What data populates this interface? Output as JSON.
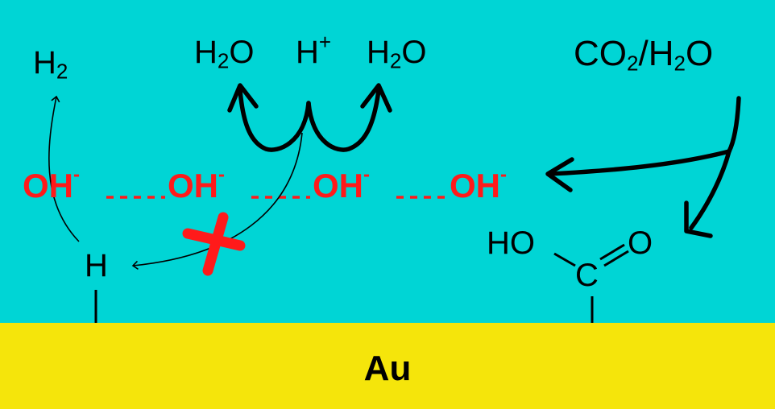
{
  "labels": {
    "h2_product": {
      "main": "H",
      "sub": "2"
    },
    "water_left": {
      "pre": "H",
      "sub": "2",
      "post": "O"
    },
    "proton": {
      "main": "H",
      "sup": "+"
    },
    "water_right": {
      "pre": "H",
      "sub": "2",
      "post": "O"
    },
    "co2_water": {
      "a": "CO",
      "sub1": "2",
      "b": "/H",
      "sub2": "2",
      "c": "O"
    },
    "adsorbed_h": "H",
    "hydroxyl": "HO",
    "carbon": "C",
    "oxygen": "O",
    "oh_ions": [
      {
        "text": "OH",
        "sup": "-"
      },
      {
        "text": "OH",
        "sup": "-"
      },
      {
        "text": "OH",
        "sup": "-"
      },
      {
        "text": "OH",
        "sup": "-"
      }
    ]
  },
  "electrode": {
    "label": "Au"
  },
  "colors": {
    "electrolyte": "#00d5d5",
    "electrode": "#f5e50b",
    "hydroxide": "#ff1a1a",
    "blocked_cross": "#ff1a1a",
    "arrows": "#000000"
  }
}
